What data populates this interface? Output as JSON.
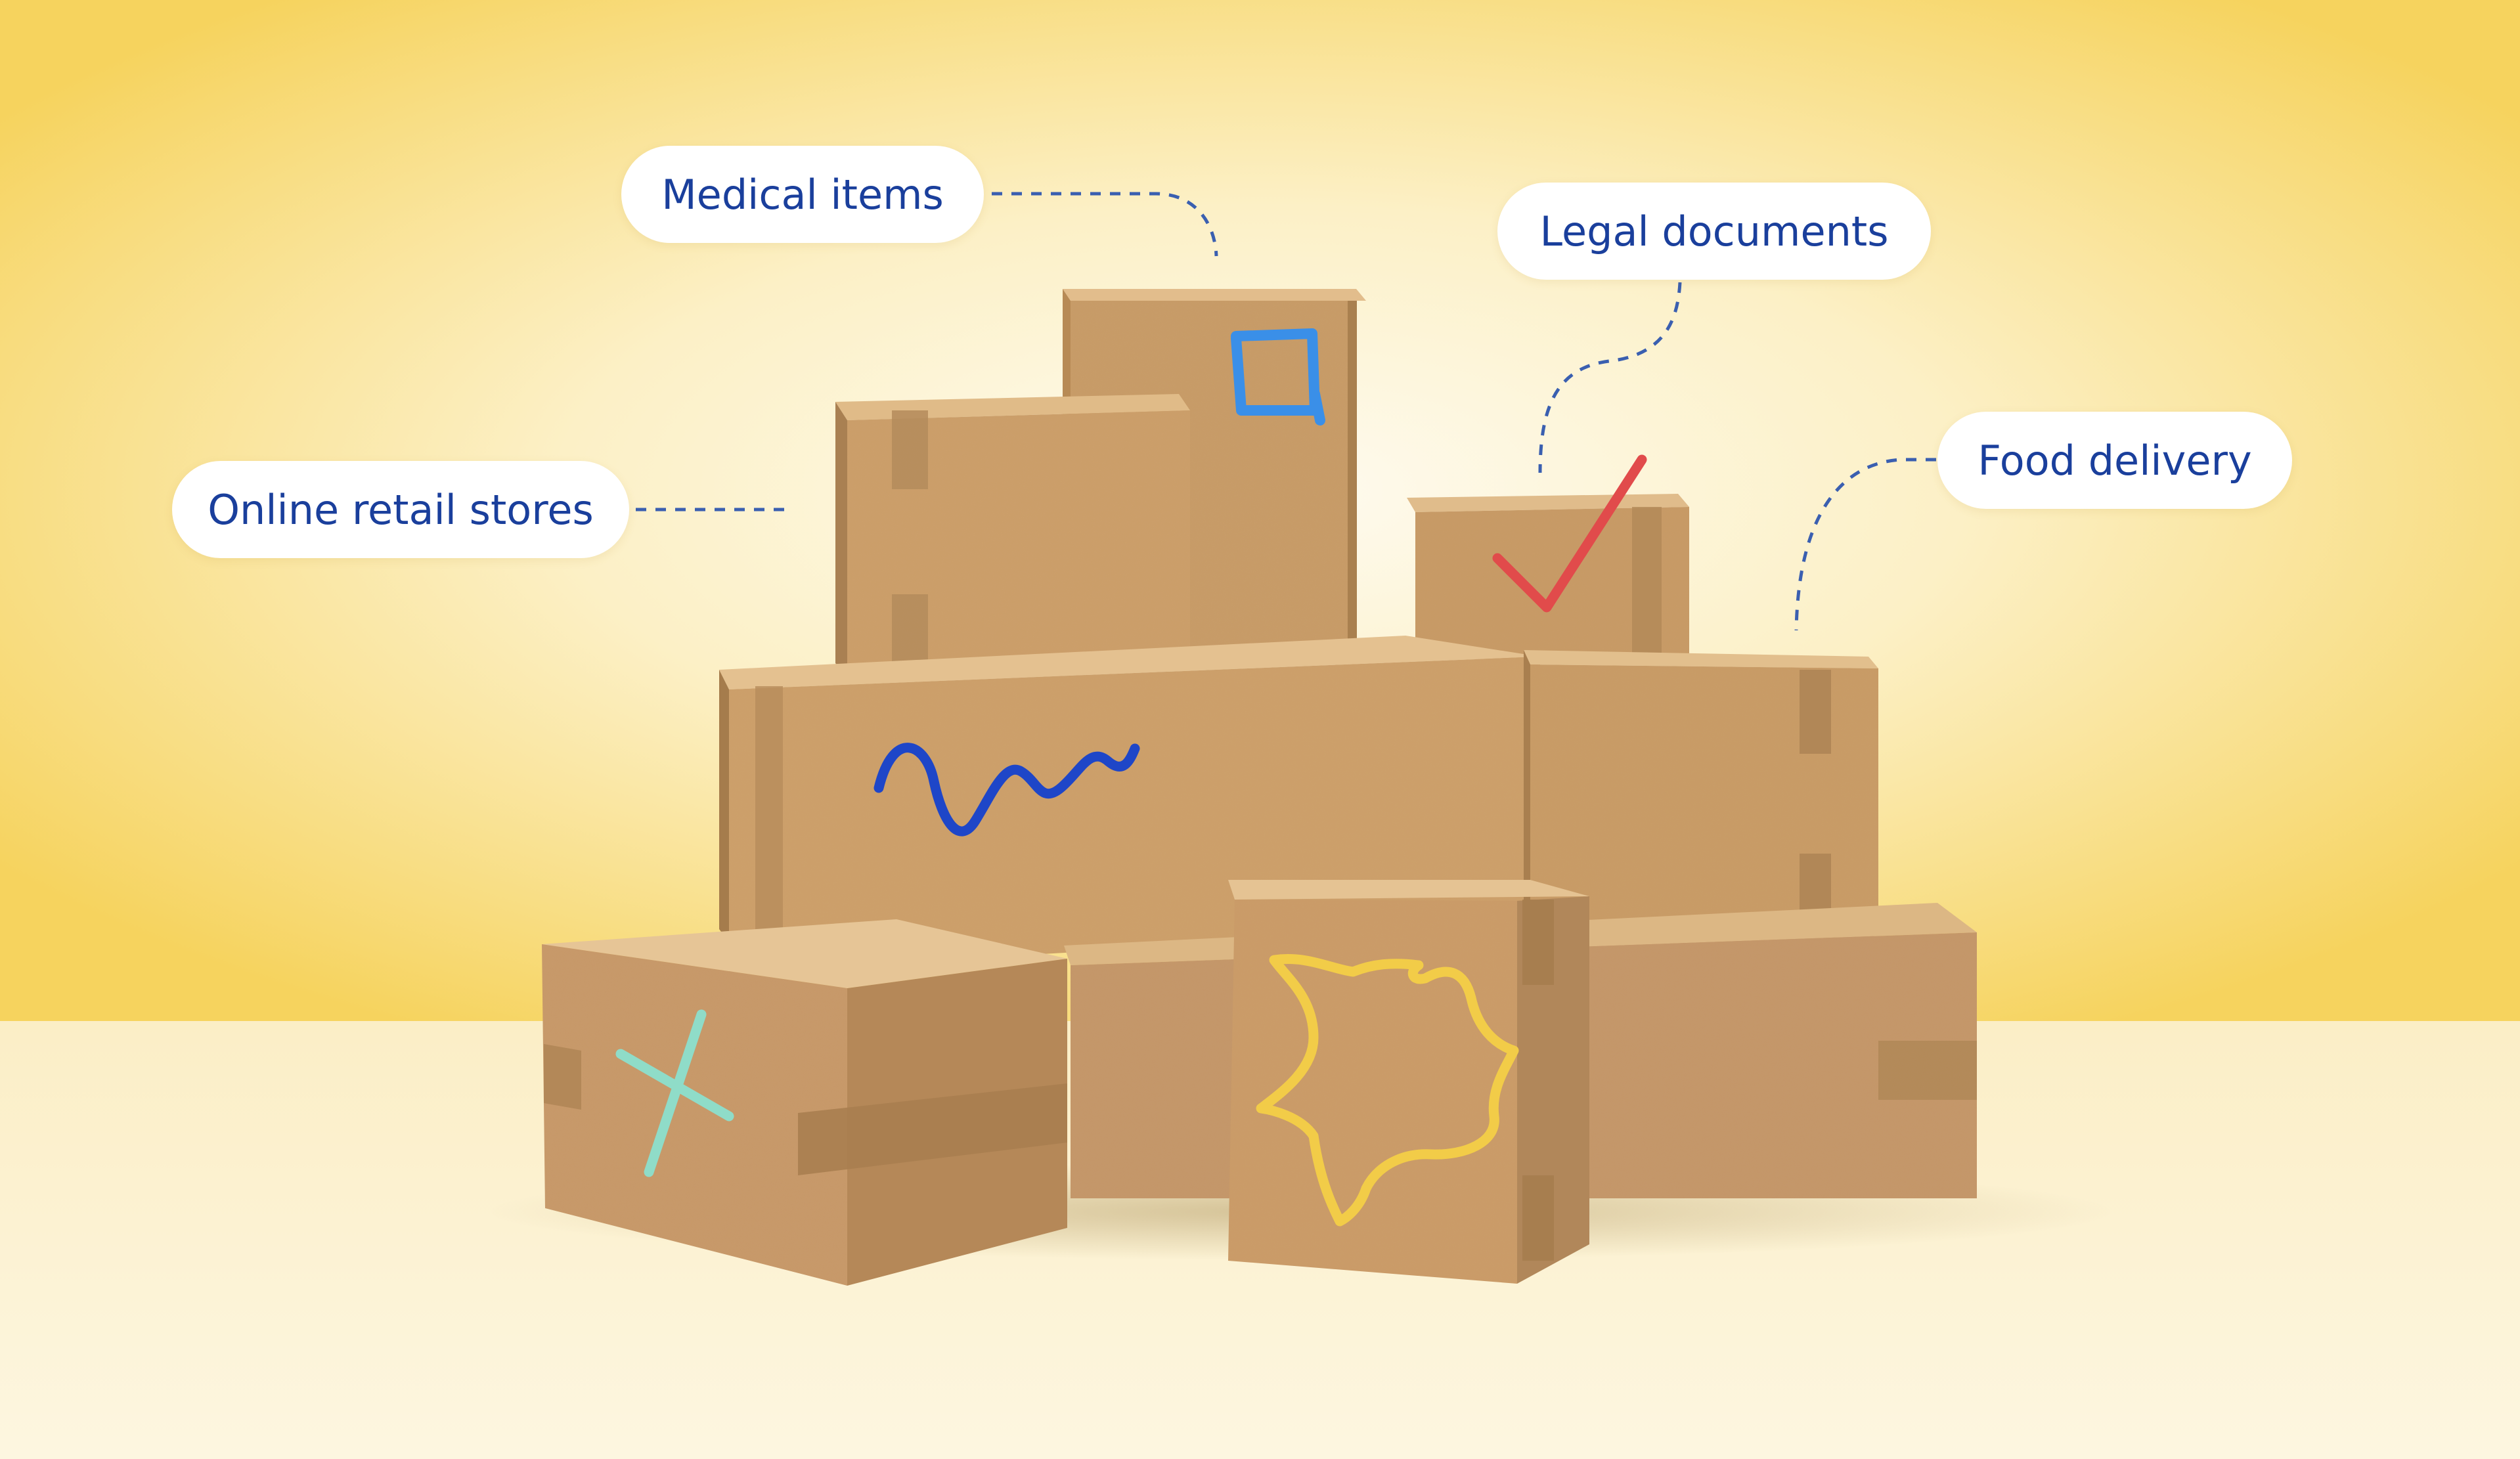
{
  "labels": {
    "medical": "Medical items",
    "legal": "Legal documents",
    "online": "Online retail stores",
    "food": "Food delivery"
  },
  "colors": {
    "background_top": "#f7d465",
    "background_center": "#fdf8e6",
    "floor": "#fbf0cf",
    "label_text": "#1a3f9c",
    "cardboard": "#c99d69",
    "mark_square": "#3a8fe8",
    "mark_check": "#e14b4b",
    "mark_squiggle": "#1e46c8",
    "mark_cross": "#8fdcc8",
    "mark_star": "#f2cc48"
  },
  "icons": [
    "square-doodle-icon",
    "checkmark-doodle-icon",
    "squiggle-doodle-icon",
    "cross-doodle-icon",
    "starburst-doodle-icon"
  ]
}
